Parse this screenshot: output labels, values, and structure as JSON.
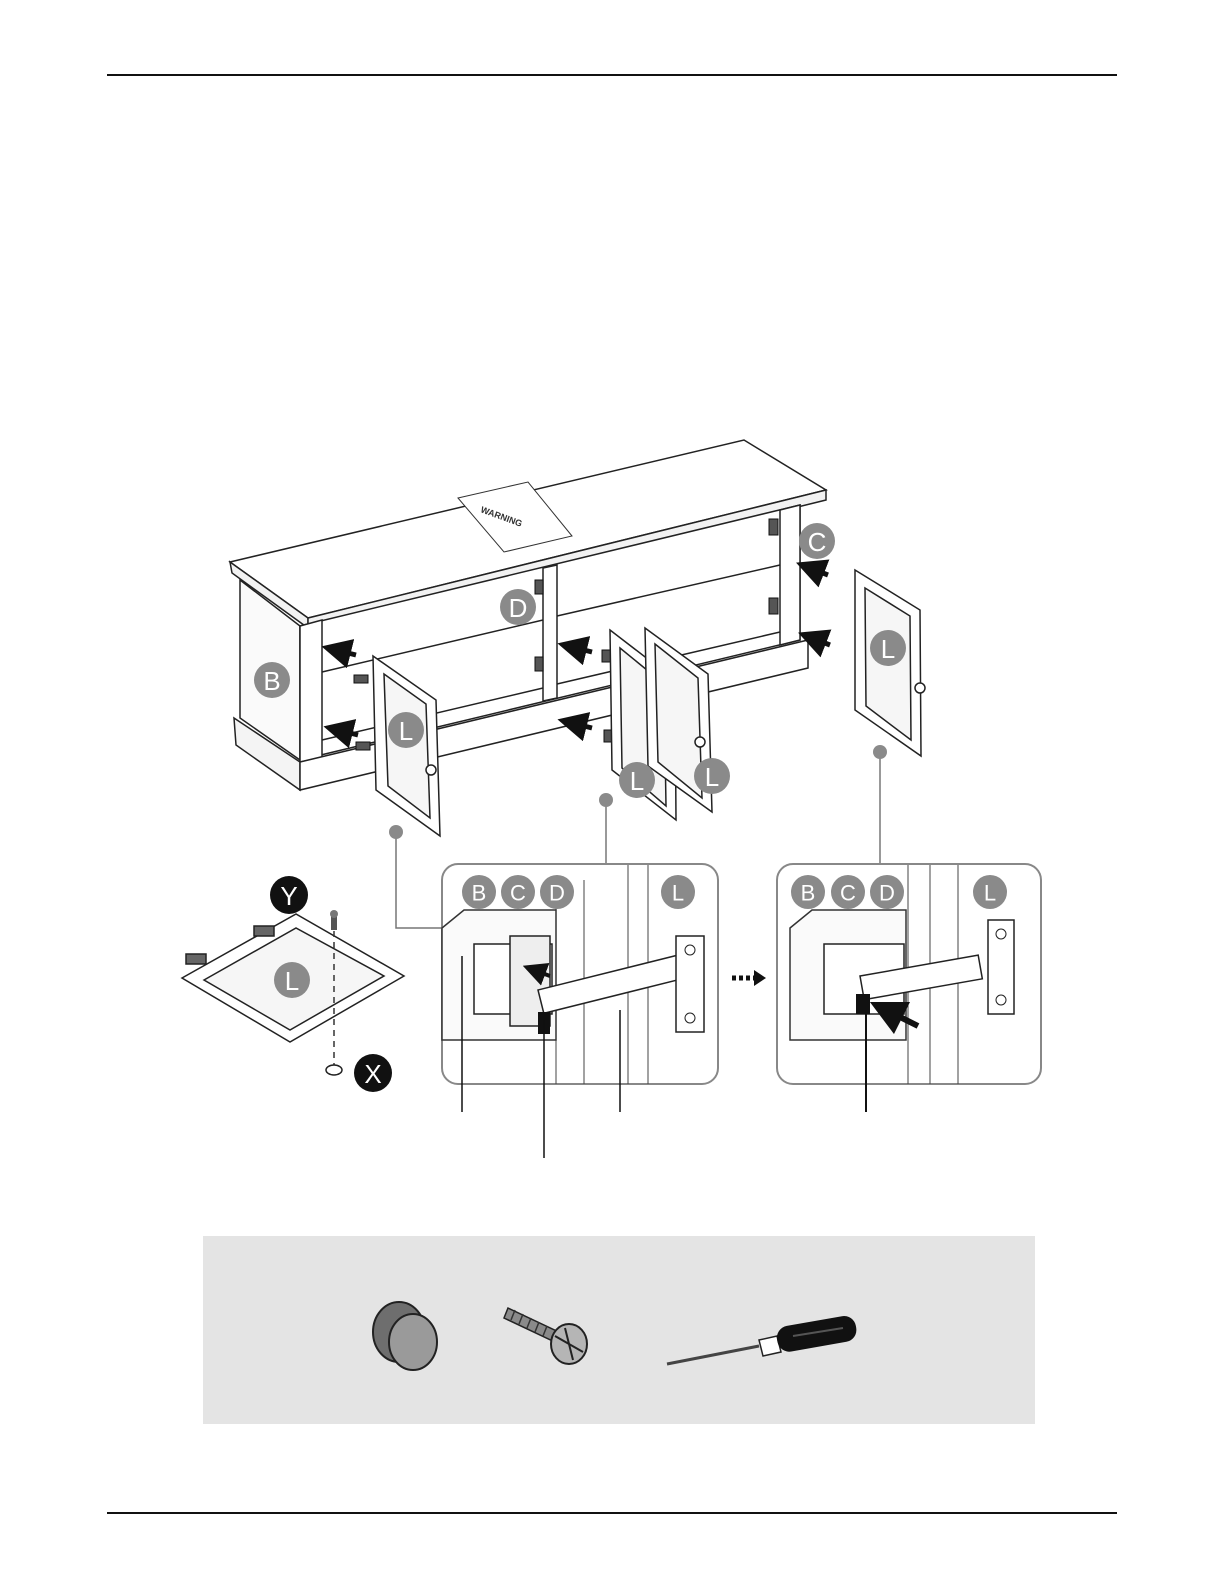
{
  "parts": {
    "side_panel": "B",
    "divider": "C",
    "center_panel": "D",
    "door": "L",
    "knob": "X",
    "screw": "Y"
  },
  "top_label": "WARNING",
  "tools": {
    "items": [
      "knob-icon",
      "screw-icon",
      "screwdriver-icon"
    ]
  },
  "colors": {
    "badge_gray": "#8a8a8a",
    "badge_black": "#111111",
    "tools_background": "#e4e4e4"
  }
}
